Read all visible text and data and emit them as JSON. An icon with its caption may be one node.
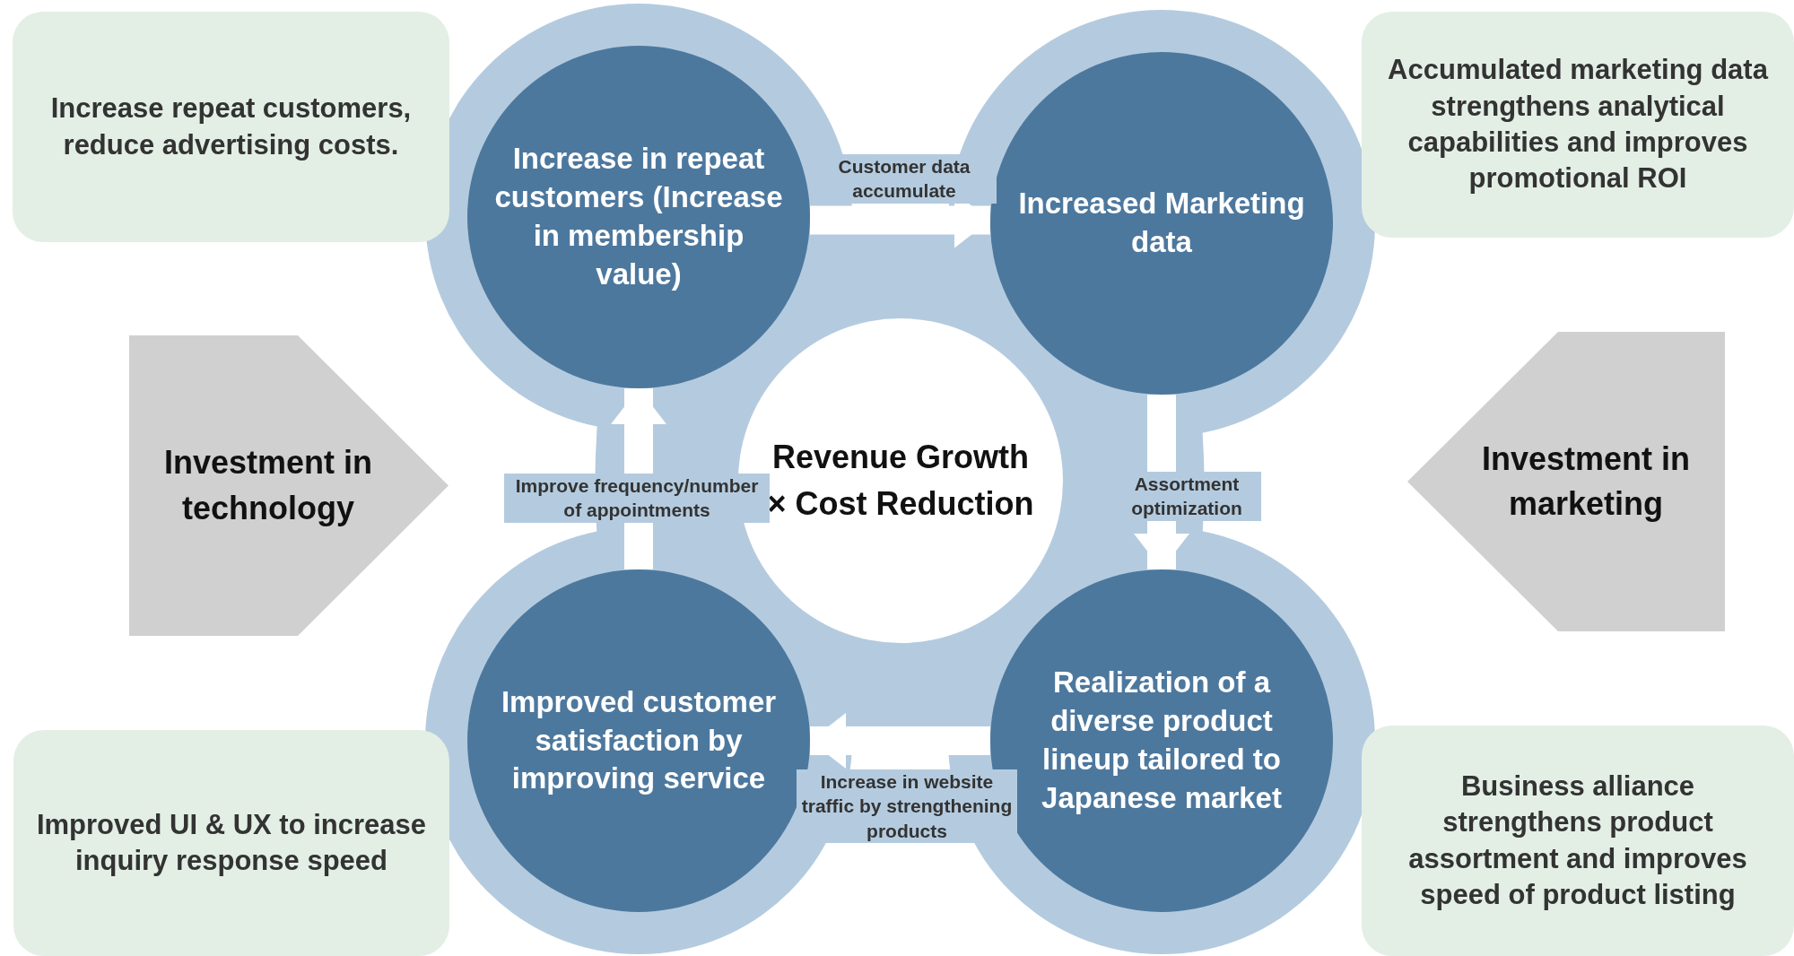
{
  "diagram": {
    "nodes": [
      {
        "text": [
          "Increase repeat customers, reduce advertising costs."
        ]
      },
      {
        "text": [
          "Accumulated marketing data strengthens analytical capabilities and improves promotional ROI"
        ]
      },
      {
        "text": [
          "Investment in technology"
        ]
      },
      {
        "text": [
          "Investment in marketing"
        ]
      },
      {
        "text": [
          "Increase in repeat customers (Increase in membership value)"
        ]
      },
      {
        "text": [
          "Increased Marketing data"
        ]
      },
      {
        "text": [
          "Revenue Growth × Cost Reduction"
        ]
      },
      {
        "text": [
          "Realization of a diverse product lineup tailored to Japanese market"
        ]
      },
      {
        "text": [
          "Improved customer satisfaction by improving service"
        ]
      },
      {
        "text": [
          "Improved UI & UX to increase inquiry response speed"
        ]
      },
      {
        "text": [
          "Business alliance strengthens product assortment and improves speed of product listing"
        ]
      }
    ],
    "edges": [
      {
        "from": 4,
        "to": 5,
        "arrow": "to",
        "label": "Customer data accumulate"
      },
      {
        "from": 5,
        "to": 7,
        "arrow": "to",
        "label": "Assortment optimization"
      },
      {
        "from": 7,
        "to": 8,
        "arrow": "to",
        "label": "Increase in website traffic by strengthening products"
      },
      {
        "from": 8,
        "to": 4,
        "arrow": "to",
        "label": "Improve frequency/number of appointments"
      }
    ]
  }
}
